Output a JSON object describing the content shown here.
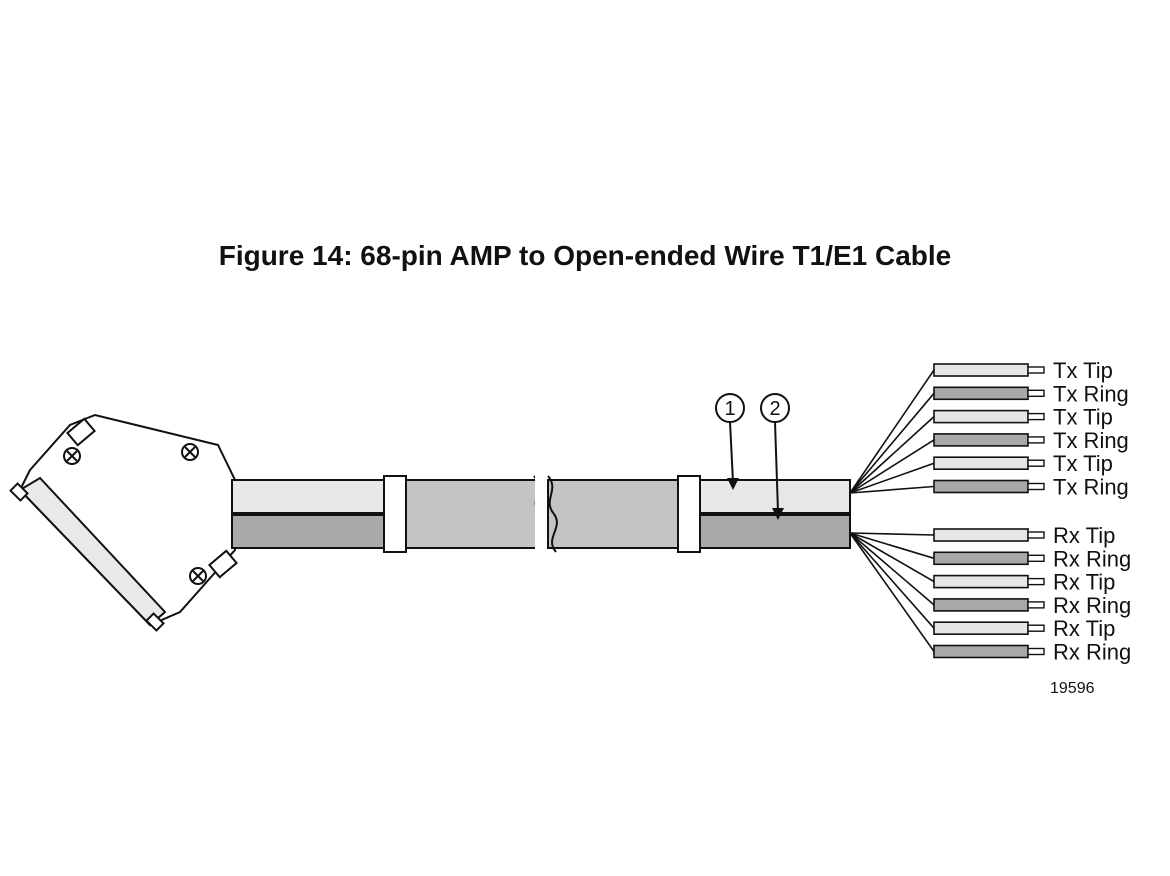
{
  "title": "Figure 14: 68-pin AMP to Open-ended Wire T1/E1 Cable",
  "callouts": [
    "1",
    "2"
  ],
  "tx_wires": [
    "Tx Tip",
    "Tx Ring",
    "Tx Tip",
    "Tx Ring",
    "Tx Tip",
    "Tx Ring"
  ],
  "rx_wires": [
    "Rx Tip",
    "Rx Ring",
    "Rx Tip",
    "Rx Ring",
    "Rx Tip",
    "Rx Ring"
  ],
  "figure_number": "19596",
  "colors": {
    "tip": "#e6e6e6",
    "ring": "#a8a8a8",
    "line": "#111111",
    "cable_light": "#e8e8e8",
    "cable_dark": "#a9a9a9"
  }
}
